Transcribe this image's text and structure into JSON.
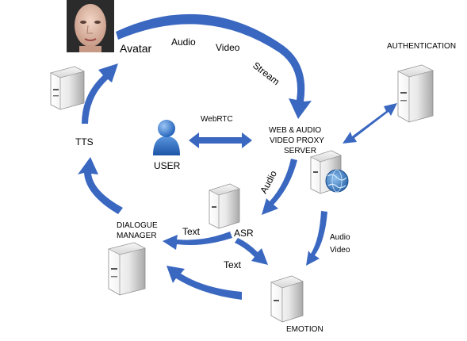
{
  "nodes": {
    "avatar": "Avatar",
    "tts": "TTS",
    "user": "USER",
    "authentication": "AUTHENTICATION",
    "proxy_server": [
      "WEB & AUDIO",
      "VIDEO PROXY",
      "SERVER"
    ],
    "dialogue_manager": [
      "DIALOGUE",
      "MANAGER"
    ],
    "asr": "ASR",
    "emotion": "EMOTION"
  },
  "edges": {
    "stream_audio": "Audio",
    "stream_video": "Video",
    "stream_stream": "Stream",
    "webrtc": "WebRTC",
    "server_to_asr": "Audio",
    "server_to_emotion": [
      "Audio",
      "Video"
    ],
    "asr_to_dm": "Text",
    "asr_to_emotion": "Text"
  },
  "colors": {
    "arrow": "#3a67c0",
    "server_light": "#f2f2f2",
    "server_dark": "#b5b5b5",
    "user_icon": "#2e6fc8"
  }
}
